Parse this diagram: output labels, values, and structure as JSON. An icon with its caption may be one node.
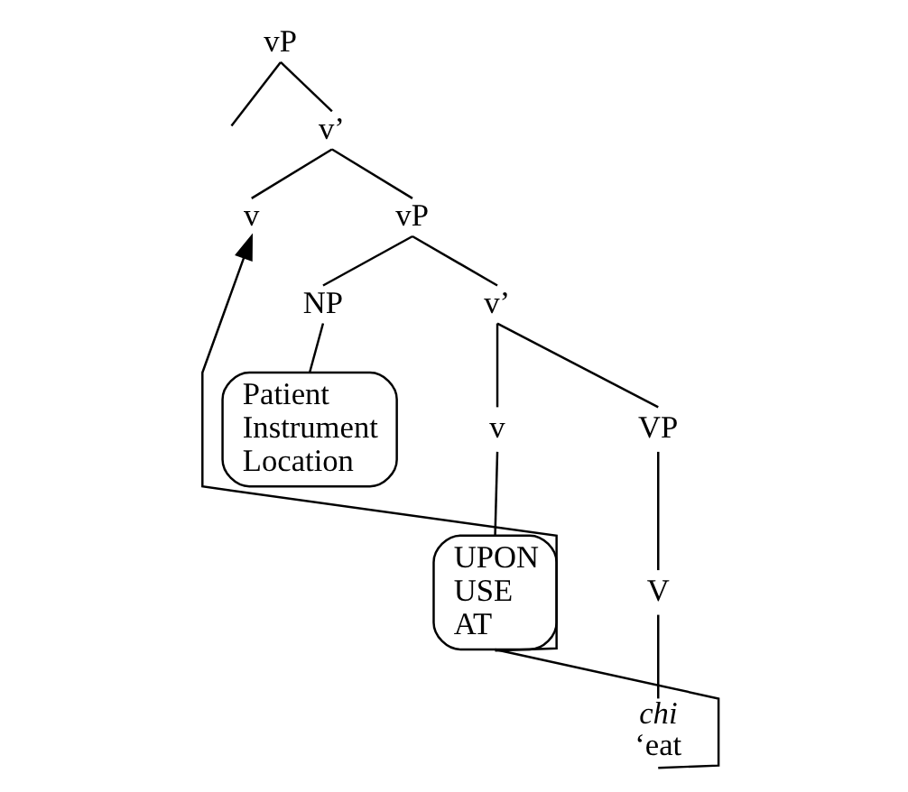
{
  "diagram": {
    "nodes": [
      {
        "text": [
          "vP"
        ]
      },
      {
        "text": [
          "v’"
        ]
      },
      {
        "text": [
          "v"
        ]
      },
      {
        "text": [
          "vP"
        ]
      },
      {
        "text": [
          "NP"
        ]
      },
      {
        "text": [
          "v’"
        ]
      },
      {
        "text": [
          "Patient Instrument Location"
        ]
      },
      {
        "text": [
          "v"
        ]
      },
      {
        "text": [
          "VP"
        ]
      },
      {
        "text": [
          "UPON USE AT"
        ]
      },
      {
        "text": [
          "V"
        ]
      },
      {
        "text": [
          "chi",
          "‘eat"
        ]
      }
    ],
    "edges": [
      {
        "from": 0,
        "to": null,
        "arrow": "none"
      },
      {
        "from": 0,
        "to": 1,
        "arrow": "none"
      },
      {
        "from": 1,
        "to": 2,
        "arrow": "none"
      },
      {
        "from": 1,
        "to": 3,
        "arrow": "none"
      },
      {
        "from": 3,
        "to": 4,
        "arrow": "none"
      },
      {
        "from": 3,
        "to": 5,
        "arrow": "none"
      },
      {
        "from": 4,
        "to": 6,
        "arrow": "none"
      },
      {
        "from": 5,
        "to": 7,
        "arrow": "none"
      },
      {
        "from": 5,
        "to": 8,
        "arrow": "none"
      },
      {
        "from": 7,
        "to": 9,
        "arrow": "none"
      },
      {
        "from": 8,
        "to": 10,
        "arrow": "none"
      },
      {
        "from": 10,
        "to": 11,
        "arrow": "none"
      },
      {
        "from": 9,
        "to": 2,
        "arrow": "to"
      },
      {
        "from": 11,
        "to": 9,
        "arrow": "none"
      }
    ]
  }
}
